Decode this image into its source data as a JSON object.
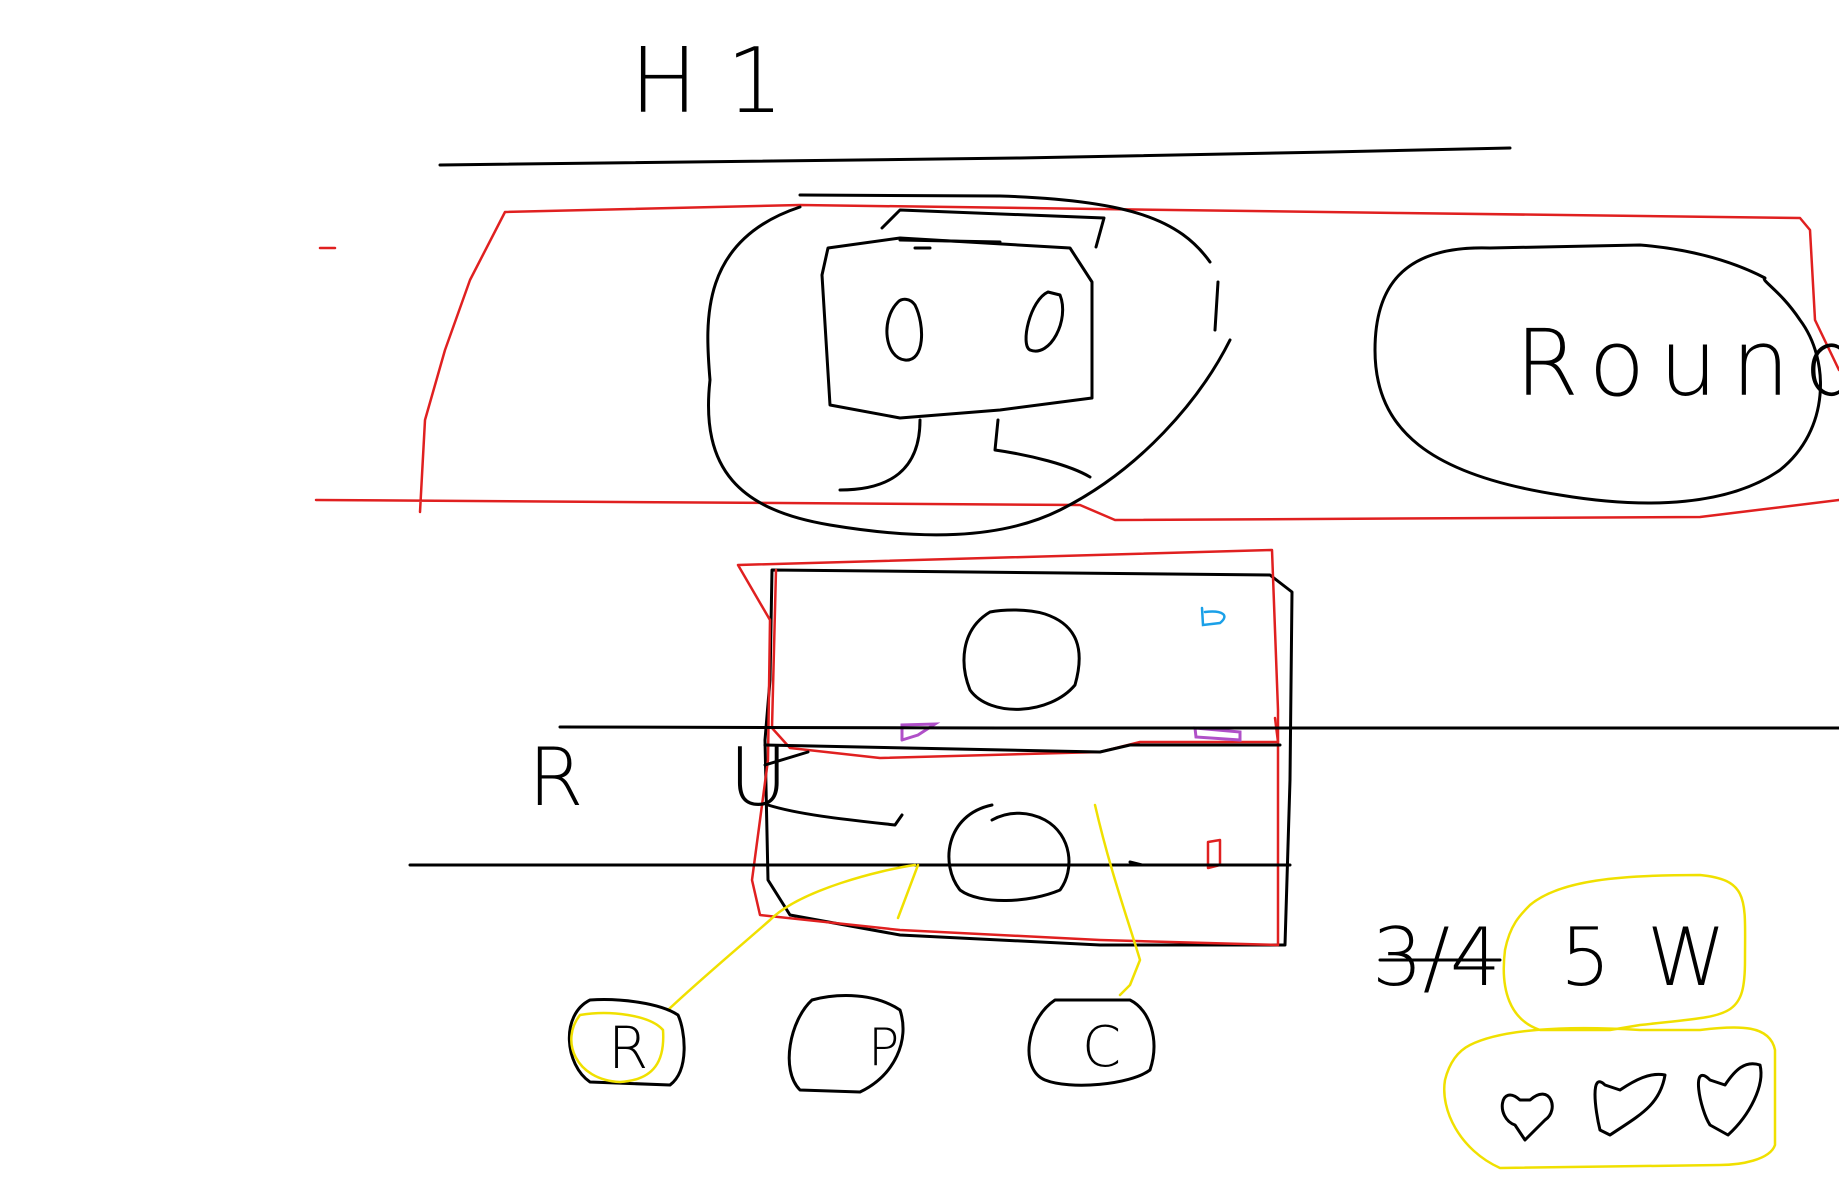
{
  "heading": {
    "text": "H 1"
  },
  "round_button": {
    "label": "Round"
  },
  "middle_row": {
    "left_letters": "R U"
  },
  "small_buttons": [
    {
      "label": "R"
    },
    {
      "label": "P"
    },
    {
      "label": "C"
    }
  ],
  "ratio_note": {
    "struck": "3/4",
    "kept": "5W"
  },
  "hearts_count": 3,
  "colors": {
    "ink": "#000000",
    "red": "#e02020",
    "yellow": "#f0e000",
    "blue": "#1aa0e8",
    "purple": "#b050c8"
  }
}
